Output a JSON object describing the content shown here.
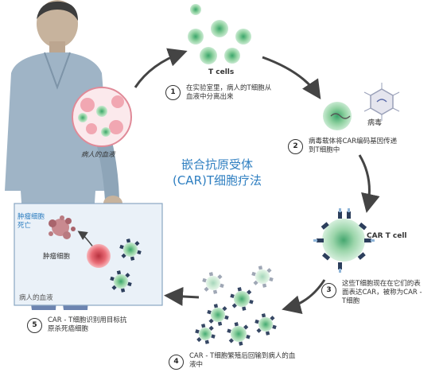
{
  "title": {
    "line1": "嵌合抗原受体",
    "line2": "(CAR)T细胞疗法"
  },
  "labels": {
    "blood": "病人的血液",
    "tcells": "T cells",
    "virus": "病毒",
    "car_t": "CAR T cell",
    "tumor_dead": "肿瘤细胞\n死亡",
    "tumor": "肿瘤细胞",
    "blood_box": "病人的血液"
  },
  "steps": [
    {
      "num": "1",
      "text": "在实验室里，病人的T细胞从\n血液中分离出来"
    },
    {
      "num": "2",
      "text": "病毒载体将CAR编码基因传递\n到T细胞中"
    },
    {
      "num": "3",
      "text": "这些T细胞现在在它们的表\n面表达CAR，被称为CAR -\nT细胞"
    },
    {
      "num": "4",
      "text": "CAR - T细胞繁殖后回输到病人的血\n液中"
    },
    {
      "num": "5",
      "text": "CAR - T细胞识别用目标抗\n原杀死癌细胞"
    }
  ],
  "colors": {
    "accent": "#2f7fc1",
    "tcell": "#7cc48b",
    "tumor": "#e4606c",
    "box": "#eaf1f8"
  }
}
